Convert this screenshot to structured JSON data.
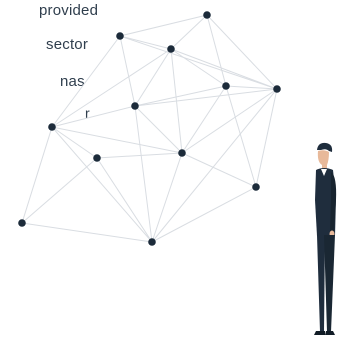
{
  "text_lines": [
    "provided",
    "sector",
    "nas",
    "r"
  ],
  "colors": {
    "background": "#ffffff",
    "text": "#2f3e4d",
    "edge": "#d9dde2",
    "node": "#1c2b3a",
    "suit": "#1f2d3d",
    "skin": "#e8b99a",
    "shirt": "#ffffff"
  },
  "illustration": {
    "network_icon": "network-graph-icon",
    "person_icon": "standing-businessman-icon"
  }
}
